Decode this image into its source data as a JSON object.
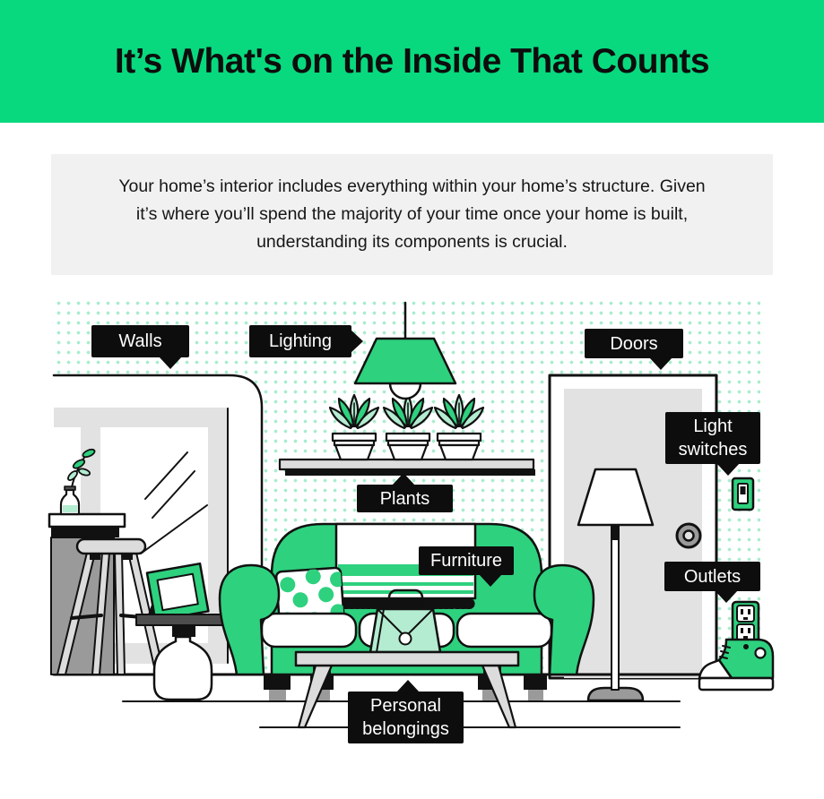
{
  "header": {
    "title": "It’s What's on the Inside That Counts"
  },
  "intro": {
    "text": "Your home’s interior includes everything within your home’s structure. Given it’s where you’ll spend the majority of your time once your home is built, understanding its components is crucial."
  },
  "labels": {
    "walls": "Walls",
    "lighting": "Lighting",
    "doors": "Doors",
    "light_switches": "Light switches",
    "plants": "Plants",
    "furniture": "Furniture",
    "outlets": "Outlets",
    "personal_belongings": "Personal belongings"
  },
  "theme": {
    "header_green": "#08d97e",
    "green": "#2ed17e",
    "light_green": "#b4ecd1",
    "dot_green": "#a9edcc",
    "label_bg": "#0d0d0d",
    "label_text": "#ffffff",
    "intro_bg": "#f1f1f1",
    "gray_light": "#e2e2e2",
    "gray_soft": "#dcdcdc",
    "gray_mid": "#9a9a9a",
    "gray_dark": "#4d4d4d",
    "ink": "#0d0d0d",
    "paper": "#ffffff"
  }
}
